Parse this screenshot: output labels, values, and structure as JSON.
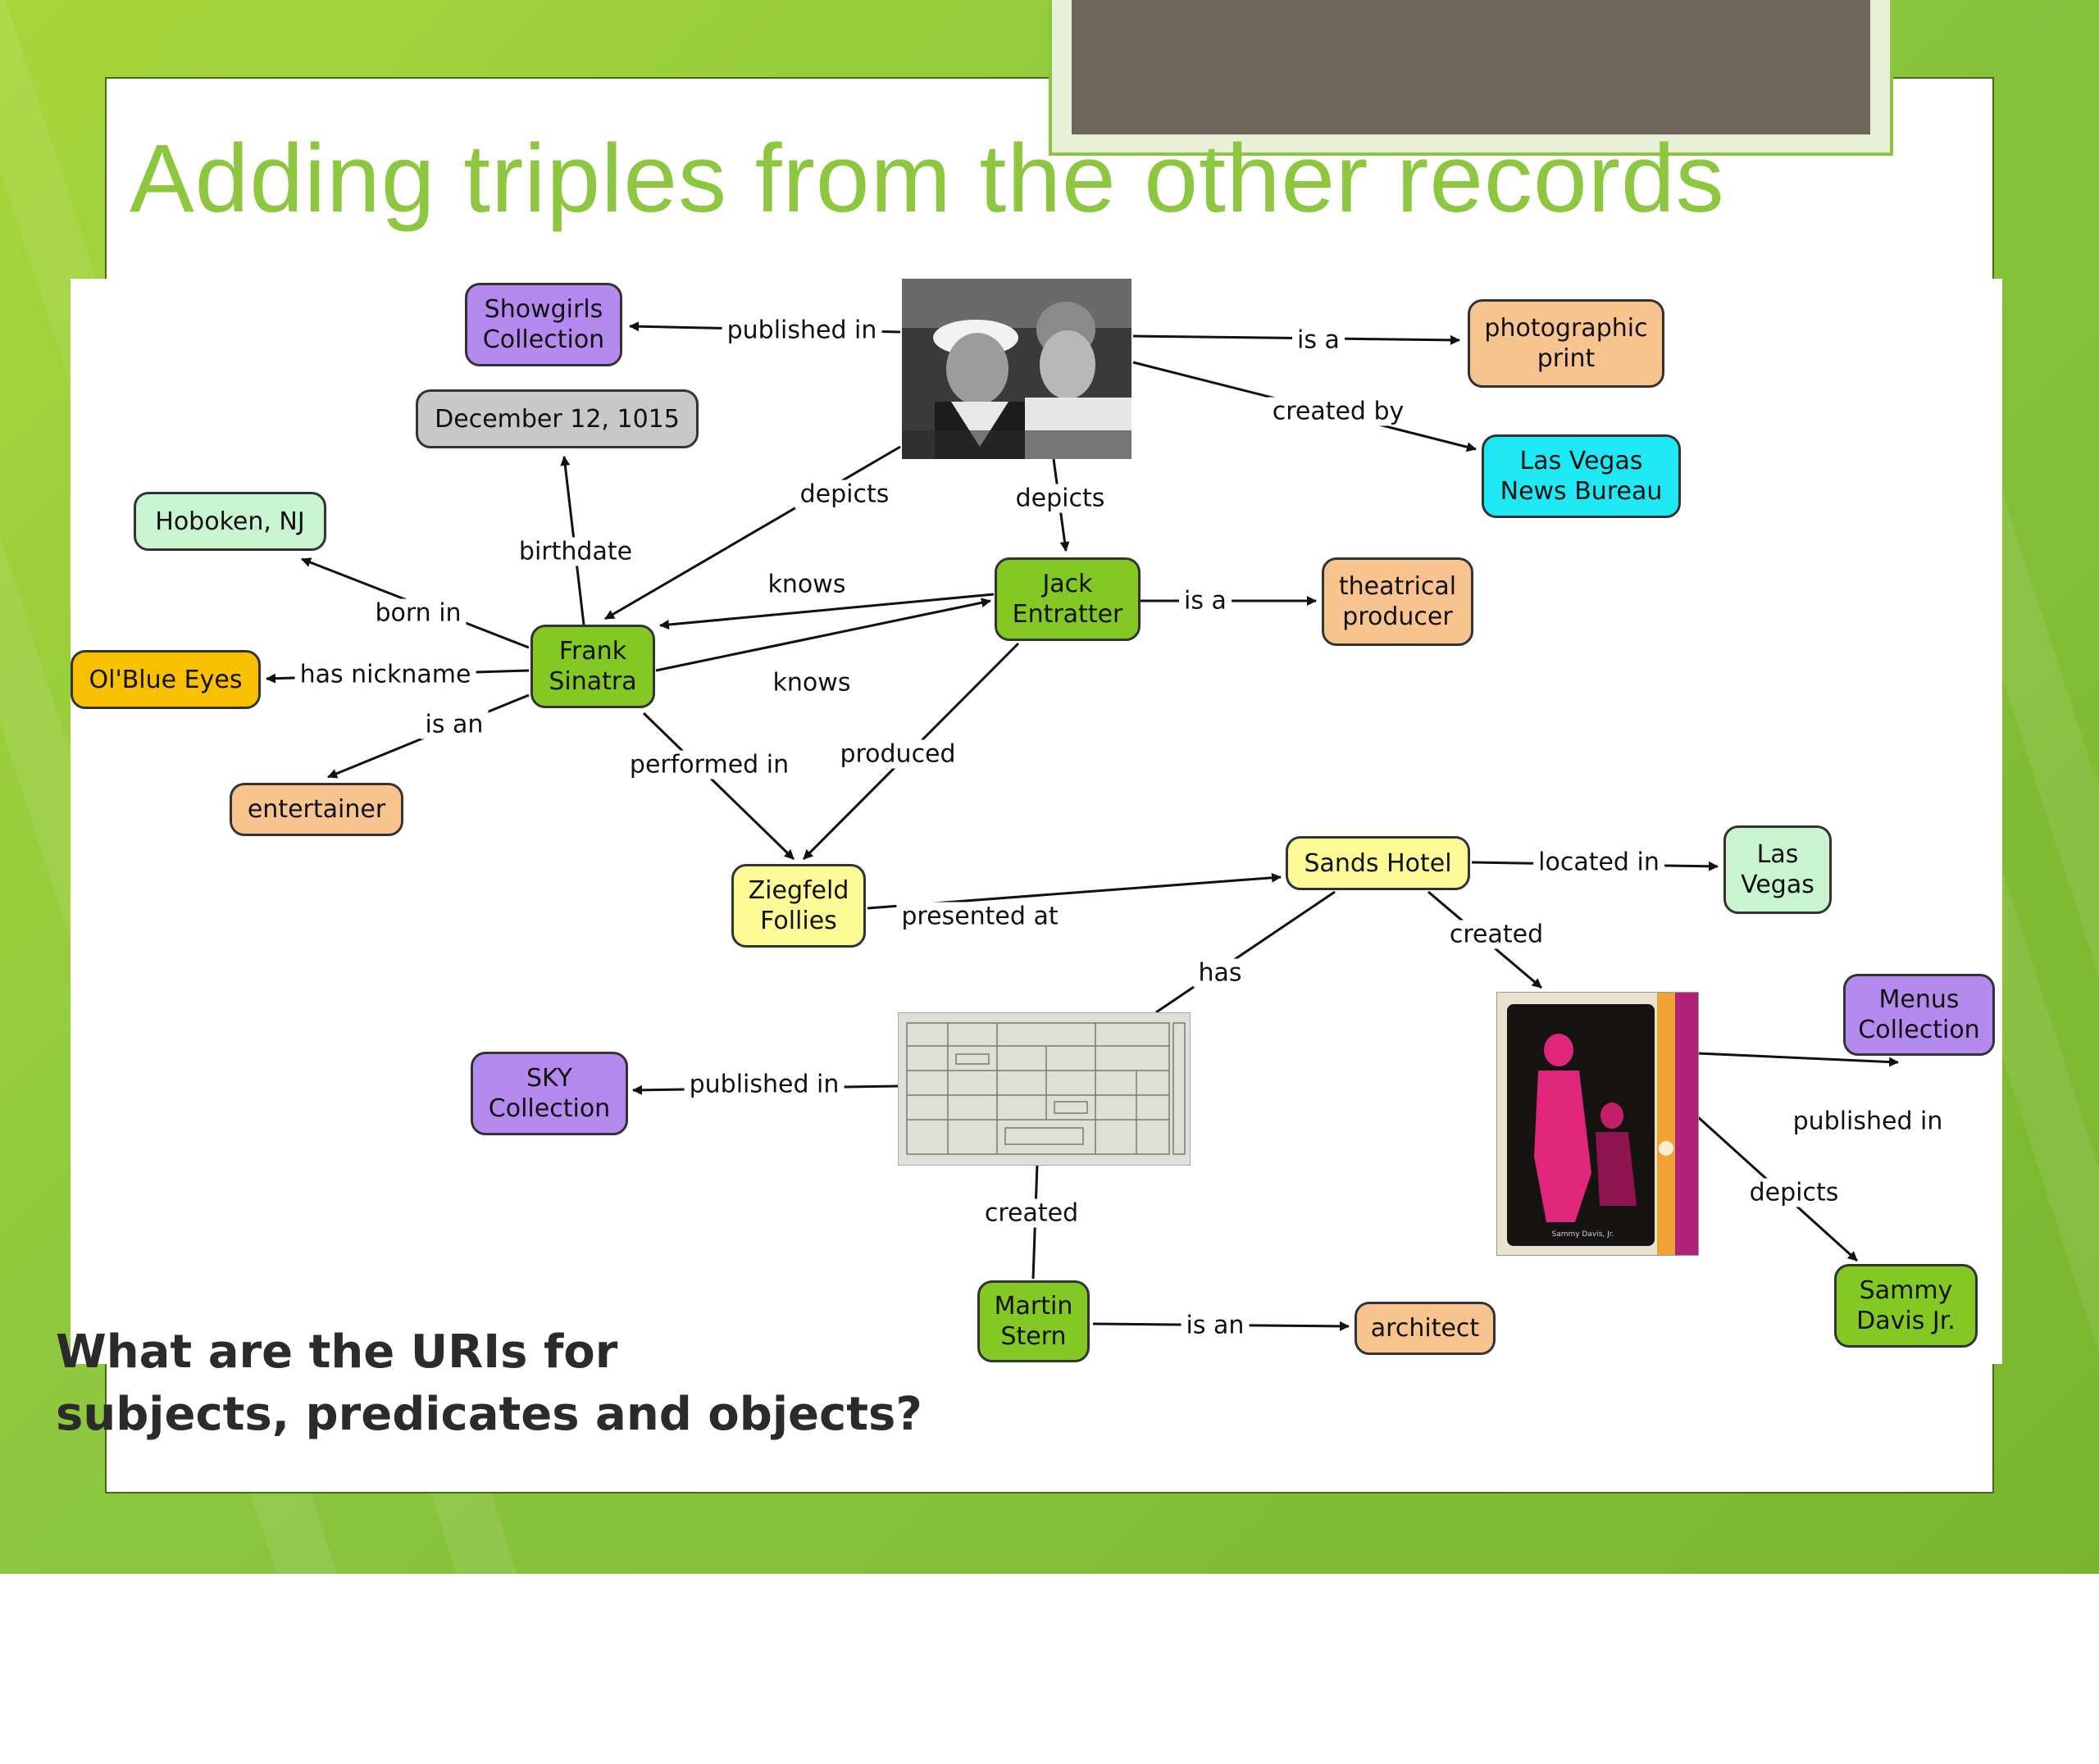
{
  "slide": {
    "title": "Adding triples from the other records",
    "question": "What are the URIs for\nsubjects, predicates and objects?"
  },
  "nodes": {
    "showgirls": "Showgirls\nCollection",
    "december": "December 12, 1015",
    "hoboken": "Hoboken, NJ",
    "olblue": "Ol'Blue Eyes",
    "entertainer": "entertainer",
    "frank": "Frank\nSinatra",
    "jack": "Jack\nEntratter",
    "photographic": "photographic\nprint",
    "lasvegasnews": "Las Vegas\nNews Bureau",
    "theatrical": "theatrical\nproducer",
    "ziegfeld": "Ziegfeld\nFollies",
    "sands": "Sands Hotel",
    "lasvegas": "Las\nVegas",
    "menus": "Menus\nCollection",
    "sky": "SKY\nCollection",
    "sammy": "Sammy\nDavis Jr.",
    "martin": "Martin\nStern",
    "architect": "architect"
  },
  "edges": {
    "published_in_1": "published in",
    "is_a_1": "is a",
    "created_by": "created by",
    "depicts_1": "depicts",
    "depicts_2": "depicts",
    "birthdate": "birthdate",
    "born_in": "born in",
    "knows_1": "knows",
    "knows_2": "knows",
    "is_a_2": "is a",
    "has_nickname": "has nickname",
    "is_an_1": "is an",
    "performed_in": "performed in",
    "produced": "produced",
    "presented_at": "presented at",
    "located_in": "located in",
    "created_1": "created",
    "has": "has",
    "published_in_2": "published in",
    "published_in_3": "published in",
    "depicts_3": "depicts",
    "created_2": "created",
    "is_an_2": "is an"
  },
  "poster": {
    "caption": "Sammy Davis, Jr."
  },
  "colors": {
    "accent": "#8dc63f",
    "literal_class": "#f7c490",
    "collection": "#b48aef",
    "person": "#83c823",
    "place": "#c8f5cf",
    "event_hotel": "#fbfa96",
    "agency": "#1de8f4",
    "date": "#c8c8c8",
    "nickname": "#f8c000"
  }
}
